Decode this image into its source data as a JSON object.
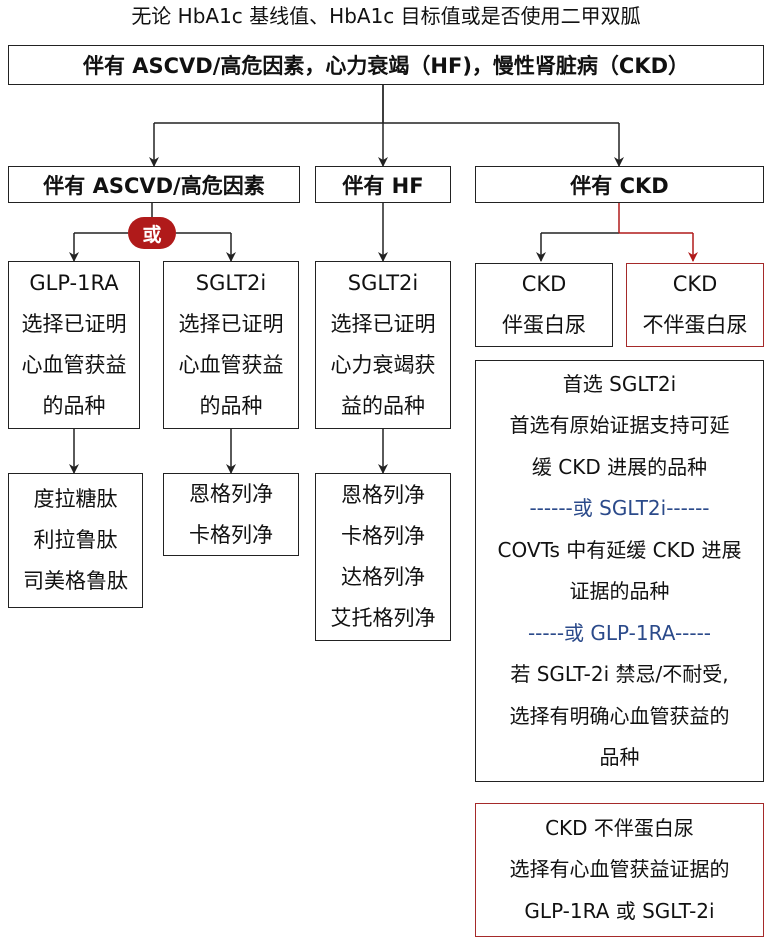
{
  "top_caption": "无论 HbA1c 基线值、HbA1c 目标值或是否使用二甲双胍",
  "root": "伴有 ASCVD/高危因素，心力衰竭（HF)，慢性肾脏病（CKD）",
  "branches": {
    "ascvd": "伴有 ASCVD/高危因素",
    "hf": "伴有 HF",
    "ckd": "伴有 CKD"
  },
  "or_badge": "或",
  "glp1": {
    "lines": [
      "GLP-1RA",
      "选择已证明",
      "心血管获益",
      "的品种"
    ]
  },
  "sglt2_ascvd": {
    "lines": [
      "SGLT2i",
      "选择已证明",
      "心血管获益",
      "的品种"
    ]
  },
  "sglt2_hf": {
    "lines": [
      "SGLT2i",
      "选择已证明",
      "心力衰竭获",
      "益的品种"
    ]
  },
  "glp1_drugs": [
    "度拉糖肽",
    "利拉鲁肽",
    "司美格鲁肽"
  ],
  "sglt2_ascvd_drugs": [
    "恩格列净",
    "卡格列净"
  ],
  "sglt2_hf_drugs": [
    "恩格列净",
    "卡格列净",
    "达格列净",
    "艾托格列净"
  ],
  "ckd_with": [
    "CKD",
    "伴蛋白尿"
  ],
  "ckd_without": [
    "CKD",
    "不伴蛋白尿"
  ],
  "ckd_detail": [
    "首选 SGLT2i",
    "首选有原始证据支持可延",
    "缓 CKD 进展的品种",
    "------或 SGLT2i------",
    "COVTs 中有延缓 CKD 进展",
    "证据的品种",
    "-----或 GLP-1RA-----",
    "若 SGLT-2i 禁忌/不耐受,",
    "选择有明确心血管获益的",
    "品种"
  ],
  "ckd_no_protein_detail": [
    "CKD 不伴蛋白尿",
    "选择有心血管获益证据的",
    "GLP-1RA 或 SGLT-2i"
  ],
  "colors": {
    "red_accent": "#a52a2a",
    "badge": "#b01a1a",
    "dash_text": "#2b4a8a"
  }
}
